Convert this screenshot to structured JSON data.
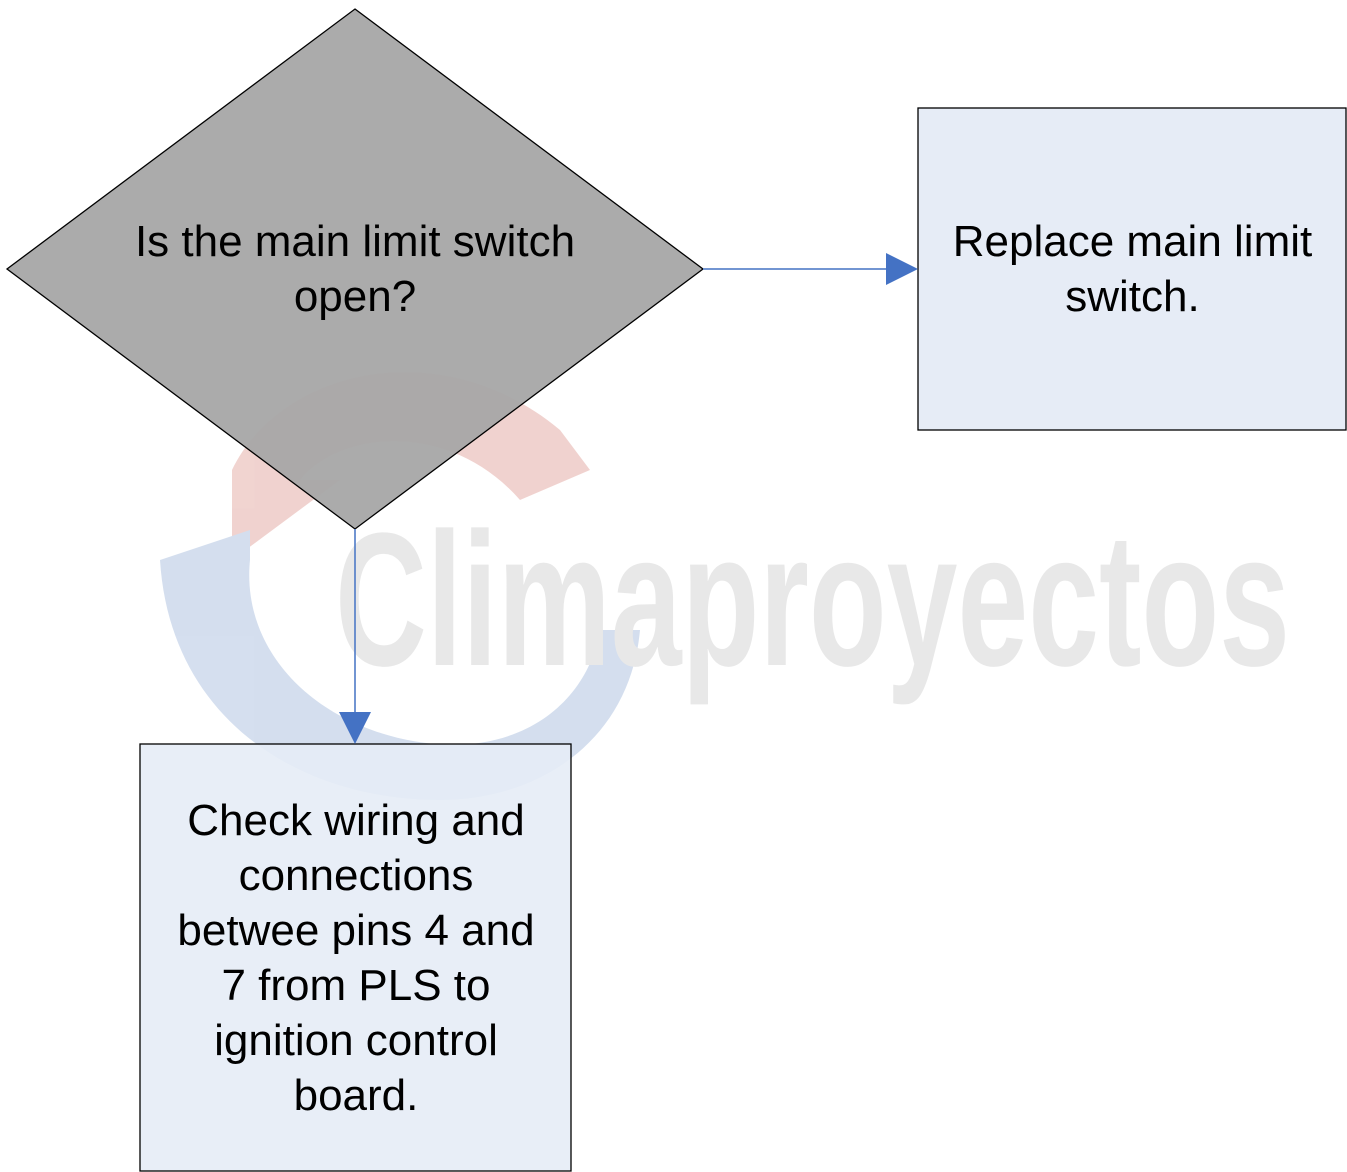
{
  "flowchart": {
    "decision": {
      "text": "Is the main limit switch\nopen?"
    },
    "process_right": {
      "text": "Replace main limit\nswitch."
    },
    "process_bottom": {
      "text": "Check wiring and\nconnections\nbetwee pins 4 and\n7 from PLS to\nignition control\nboard."
    }
  },
  "watermark": {
    "text": "Climaproyectos"
  },
  "colors": {
    "decision_fill": "#a6a6a6",
    "process_fill": "#e6ecf6",
    "connector": "#4472c4",
    "outline": "#000000",
    "watermark_red": "#c0392b",
    "watermark_blue": "#3f6fb5",
    "watermark_gray": "#9a9a9a"
  }
}
